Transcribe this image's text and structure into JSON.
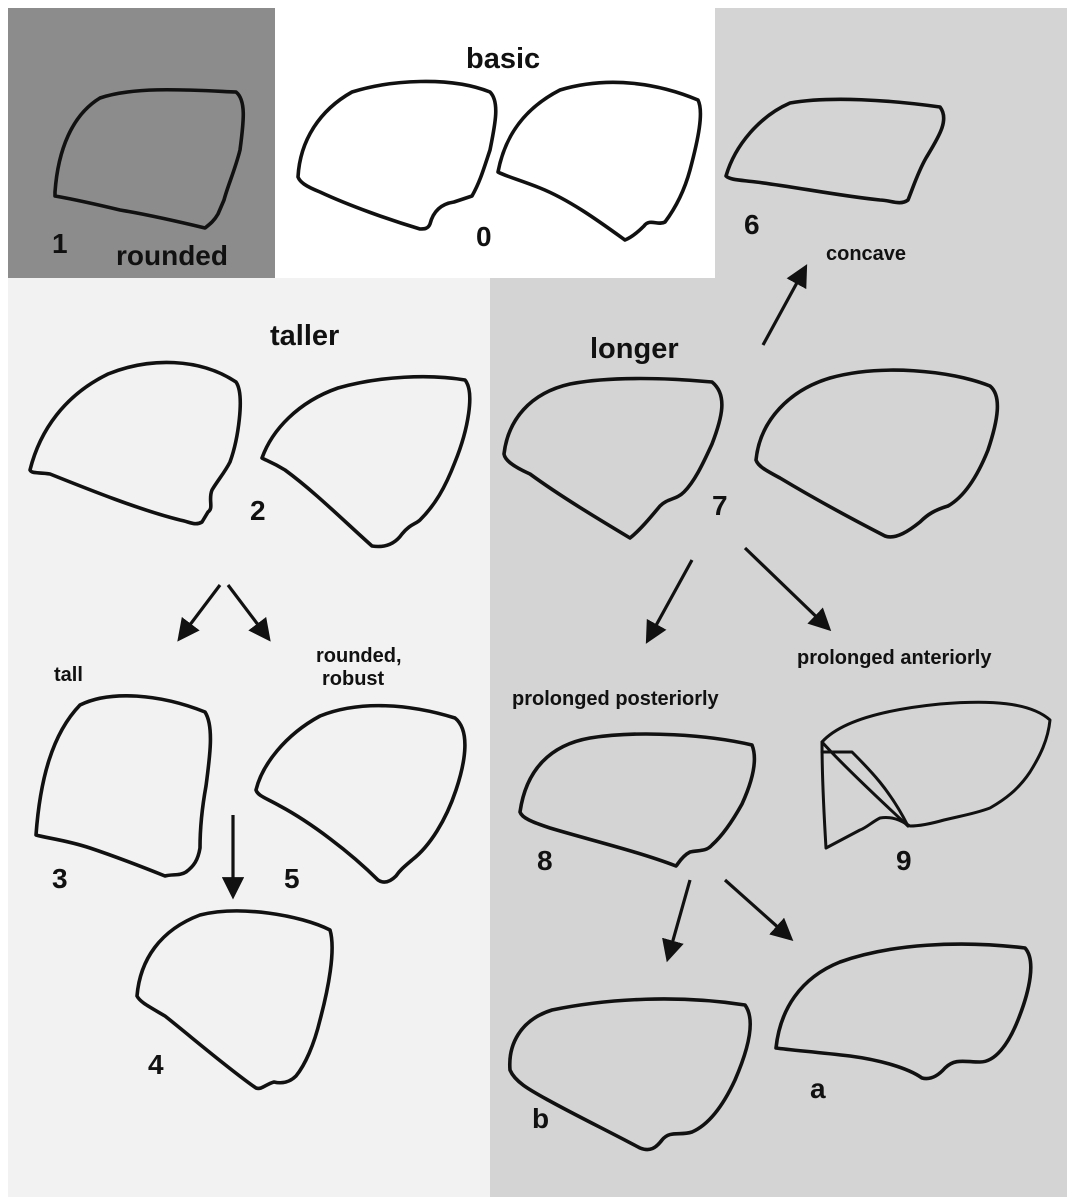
{
  "colors": {
    "rounded_bg": "#8c8c8c",
    "basic_bg": "#ffffff",
    "taller_bg": "#f2f2f2",
    "longer_bg": "#d4d4d4",
    "ink": "#111111"
  },
  "labels": {
    "basic": "basic",
    "rounded": "rounded",
    "taller": "taller",
    "longer": "longer",
    "concave": "concave",
    "tall": "tall",
    "rounded_robust_line1": "rounded,",
    "rounded_robust_line2": "robust",
    "prolonged_posteriorly": "prolonged posteriorly",
    "prolonged_anteriorly": "prolonged anteriorly"
  },
  "numbers": {
    "n0": "0",
    "n1": "1",
    "n2": "2",
    "n3": "3",
    "n4": "4",
    "n5": "5",
    "n6": "6",
    "n7": "7",
    "n8": "8",
    "n9": "9",
    "na": "a",
    "nb": "b"
  }
}
